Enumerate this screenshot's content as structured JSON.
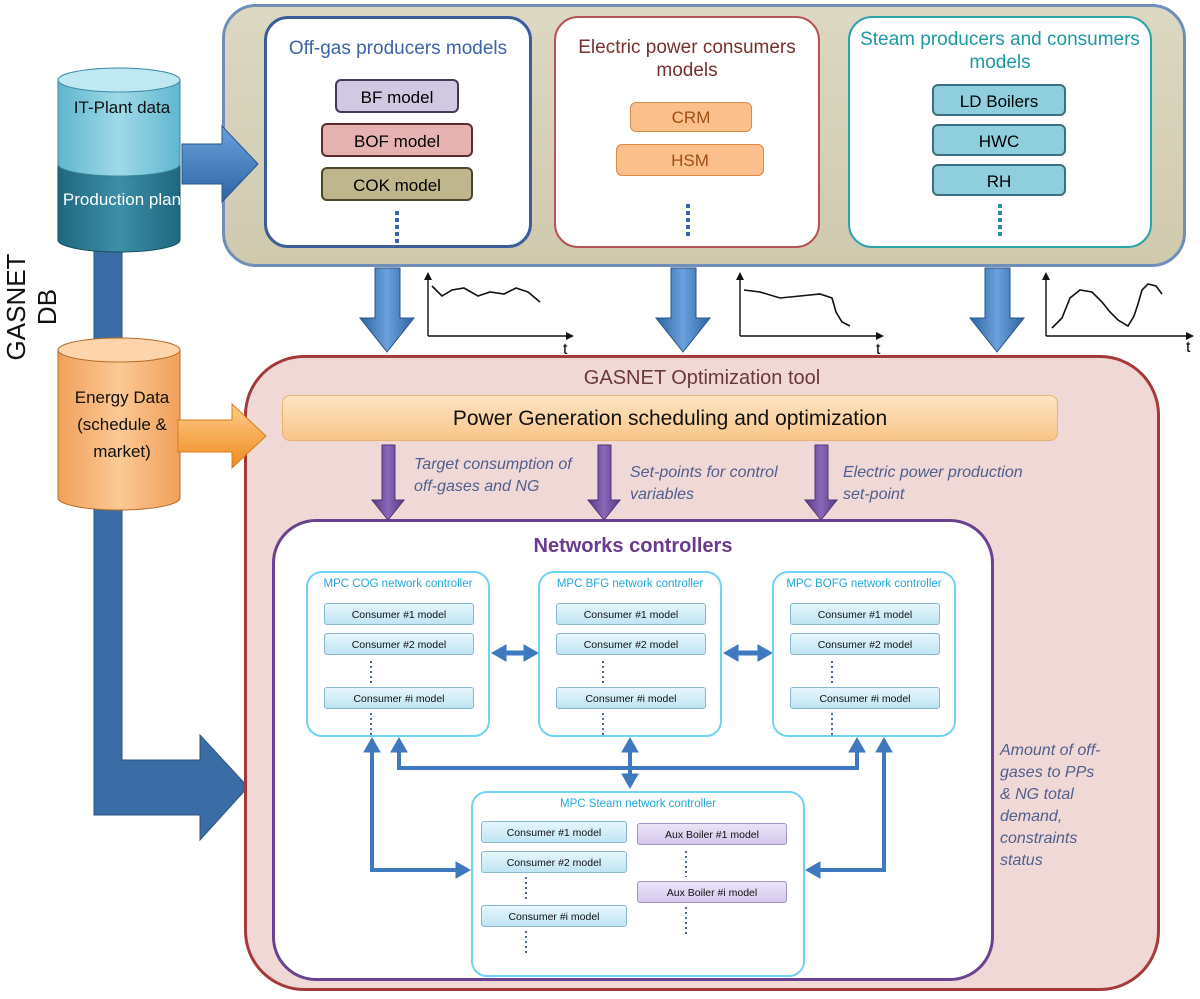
{
  "side_label": "GASNET DB",
  "databases": {
    "it_plant": "IT-Plant data",
    "production": "Production plan",
    "energy": "Energy Data (schedule & market)"
  },
  "top_models": {
    "offgas": {
      "title": "Off-gas producers models",
      "items": [
        "BF model",
        "BOF model",
        "COK model"
      ]
    },
    "electric": {
      "title": "Electric power consumers models",
      "items": [
        "CRM",
        "HSM"
      ]
    },
    "steam": {
      "title": "Steam producers and consumers models",
      "items": [
        "LD Boilers",
        "HWC",
        "RH"
      ]
    }
  },
  "charts": {
    "time_axis_label": "t"
  },
  "optimization": {
    "title": "GASNET Optimization tool",
    "scheduling_label": "Power Generation scheduling and optimization",
    "annotations": {
      "target": "Target consumption of off-gases and NG",
      "setpoints": "Set-points for control variables",
      "electric": "Electric power production set-point",
      "feedback": "Amount of off-gases to PPs & NG total demand, constraints status"
    }
  },
  "networks": {
    "title": "Networks controllers",
    "cog": {
      "title": "MPC COG network controller",
      "items": [
        "Consumer #1 model",
        "Consumer #2 model",
        "Consumer #i model"
      ]
    },
    "bfg": {
      "title": "MPC BFG network controller",
      "items": [
        "Consumer #1 model",
        "Consumer #2 model",
        "Consumer #i model"
      ]
    },
    "bofg": {
      "title": "MPC BOFG network controller",
      "items": [
        "Consumer #1 model",
        "Consumer #2 model",
        "Consumer #i model"
      ]
    },
    "steam": {
      "title": "MPC Steam network controller",
      "consumers": [
        "Consumer #1 model",
        "Consumer #2 model",
        "Consumer #i model"
      ],
      "aux": [
        "Aux Boiler #1 model",
        "Aux Boiler #i model"
      ]
    }
  },
  "colors": {
    "blue_arrow": "#4a7fc1",
    "dark_blue_arrow": "#2f5f95",
    "orange_arrow": "#f39a35",
    "purple_arrow": "#6b4a98",
    "mpc_border": "#6fd3f5"
  }
}
